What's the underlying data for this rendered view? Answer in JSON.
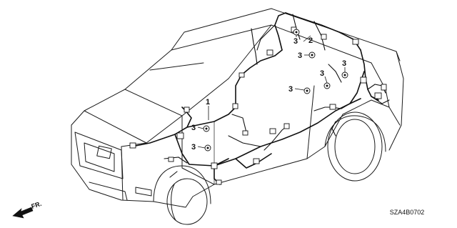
{
  "diagram": {
    "callouts": [
      {
        "id": "c1",
        "label": "1"
      },
      {
        "id": "c2",
        "label": "2"
      },
      {
        "id": "c3a",
        "label": "3"
      },
      {
        "id": "c3b",
        "label": "3"
      },
      {
        "id": "c3c",
        "label": "3"
      },
      {
        "id": "c3d",
        "label": "3"
      },
      {
        "id": "c3e",
        "label": "3"
      },
      {
        "id": "c3f",
        "label": "3"
      },
      {
        "id": "c3g",
        "label": "3"
      }
    ],
    "direction_label": "FR.",
    "diagram_code": "SZA4B0702"
  }
}
